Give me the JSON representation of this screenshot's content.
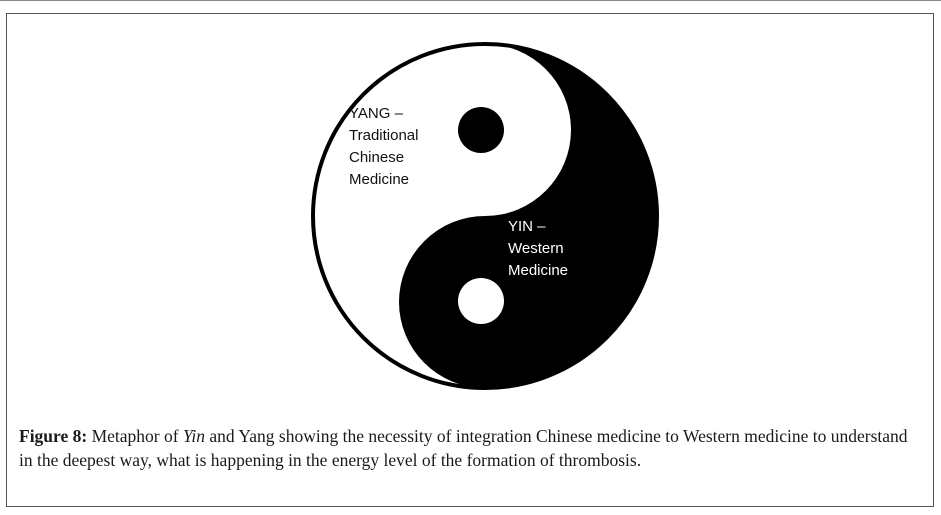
{
  "diagram": {
    "yang_label": "YANG –\nTraditional\nChinese\nMedicine",
    "yin_label": "YIN –\nWestern\nMedicine",
    "colors": {
      "yin": "#000000",
      "yang": "#ffffff"
    }
  },
  "caption": {
    "figure_label": "Figure 8:",
    "text_before": " Metaphor of ",
    "text_italic": "Yin",
    "text_after": " and Yang showing the necessity of integration Chinese medicine to Western medicine to understand in the deepest way, what is happening in the energy level of the formation of thrombosis."
  }
}
